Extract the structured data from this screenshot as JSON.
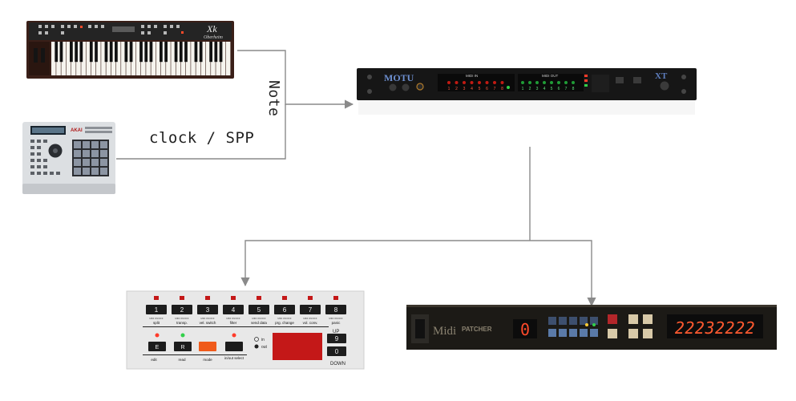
{
  "diagram": {
    "edge_labels": {
      "clock_spp": "clock / SPP",
      "note": "Note"
    }
  },
  "devices": {
    "synth": {
      "brand": "Oberheim",
      "model": "Xk"
    },
    "sampler": {
      "brand": "AKAI"
    },
    "interface": {
      "brand": "MOTU",
      "model": "XT",
      "midi_in": "MIDI IN",
      "midi_out": "MIDI OUT",
      "in_ports": [
        "1",
        "2",
        "3",
        "4",
        "5",
        "6",
        "7",
        "8"
      ],
      "out_ports": [
        "1",
        "2",
        "3",
        "4",
        "5",
        "6",
        "7",
        "8"
      ]
    },
    "switcher": {
      "buttons": [
        "1",
        "2",
        "3",
        "4",
        "5",
        "6",
        "7",
        "8"
      ],
      "top_labels": [
        "split",
        "transp.",
        "vel. switch",
        "filter",
        "send data",
        "prg. change",
        "vol. conv.",
        "panic"
      ],
      "sub_label": "MIDI ON/OFF",
      "func_buttons": [
        "E",
        "R"
      ],
      "func_labels": [
        "edit",
        "read",
        "mode",
        "in/out select"
      ],
      "in_label": "in",
      "out_label": "out",
      "up_label": "UP",
      "down_label": "DOWN",
      "up_num": "9",
      "down_num": "0"
    },
    "patcher": {
      "brand": "Midi",
      "model": "PATCHER",
      "digit": "0",
      "readout": "22232222"
    }
  },
  "colors": {
    "arrow": "#8a8a8a",
    "led_red": "#ff3b2a",
    "led_green": "#32d04a",
    "panel_dark": "#1a1a1a"
  }
}
